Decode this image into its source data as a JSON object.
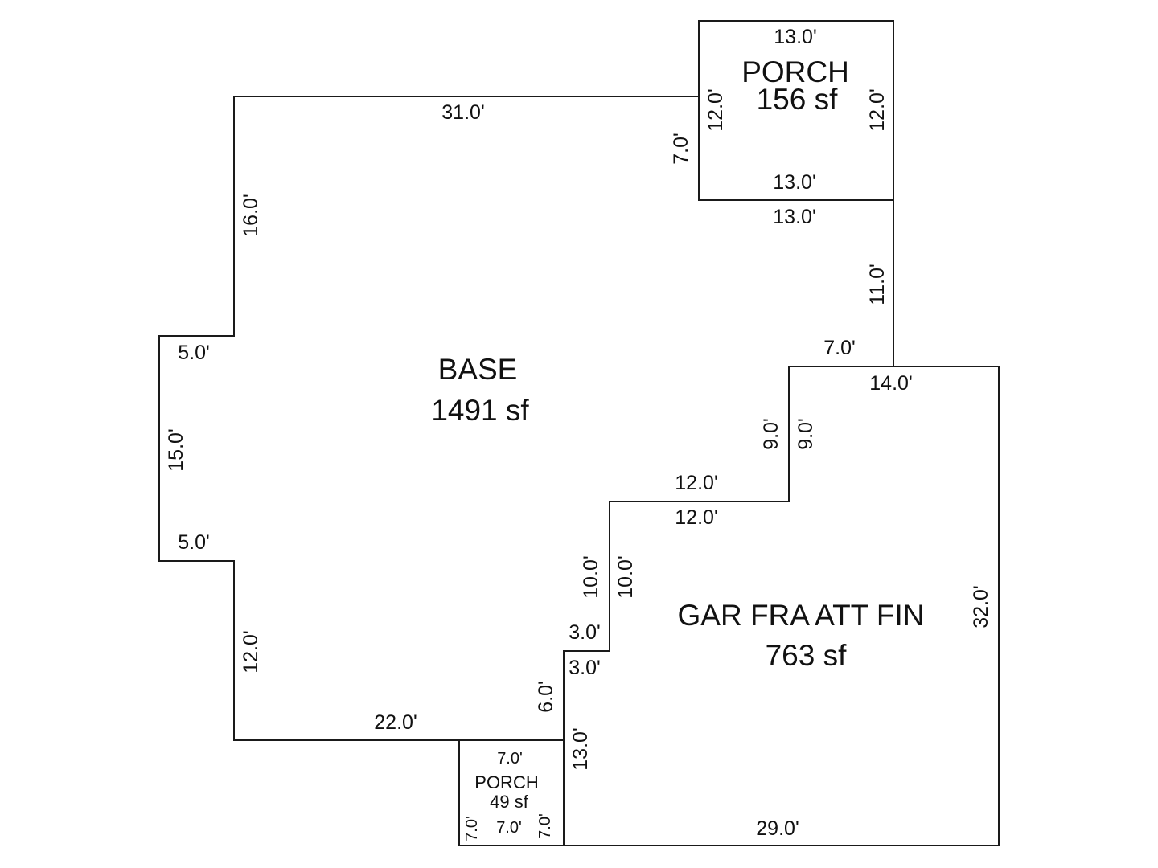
{
  "areas": {
    "base": {
      "name": "BASE",
      "sf": "1491 sf"
    },
    "porch_top": {
      "name": "PORCH",
      "sf": "156 sf"
    },
    "garage": {
      "name": "GAR FRA ATT FIN",
      "sf": "763 sf"
    },
    "porch_bottom": {
      "name": "PORCH",
      "sf": "49 sf"
    }
  },
  "dims": {
    "base_top": "31.0'",
    "base_left_upper": "16.0'",
    "base_notch_upper": "5.0'",
    "base_left_mid": "15.0'",
    "base_notch_lower": "5.0'",
    "base_left_lower": "12.0'",
    "base_bottom": "22.0'",
    "base_porch_side": "7.0'",
    "base_under_porch": "13.0'",
    "base_right_upper": "11.0'",
    "base_step_top": "7.0'",
    "base_step1_vert": "9.0'",
    "base_step1_horiz": "12.0'",
    "base_step2_vert": "10.0'",
    "base_step2_horiz": "3.0'",
    "base_step3_vert": "6.0'",
    "porch_top_top": "13.0'",
    "porch_top_left": "12.0'",
    "porch_top_right": "12.0'",
    "porch_top_bottom": "13.0'",
    "gar_top": "14.0'",
    "gar_step1_vert": "9.0'",
    "gar_step1_horiz": "12.0'",
    "gar_step2_vert": "10.0'",
    "gar_step2_horiz": "3.0'",
    "gar_left_lower": "13.0'",
    "gar_right": "32.0'",
    "gar_bottom": "29.0'",
    "porch_bot_top": "7.0'",
    "porch_bot_left": "7.0'",
    "porch_bot_bottom": "7.0'",
    "porch_bot_right": "7.0'"
  }
}
